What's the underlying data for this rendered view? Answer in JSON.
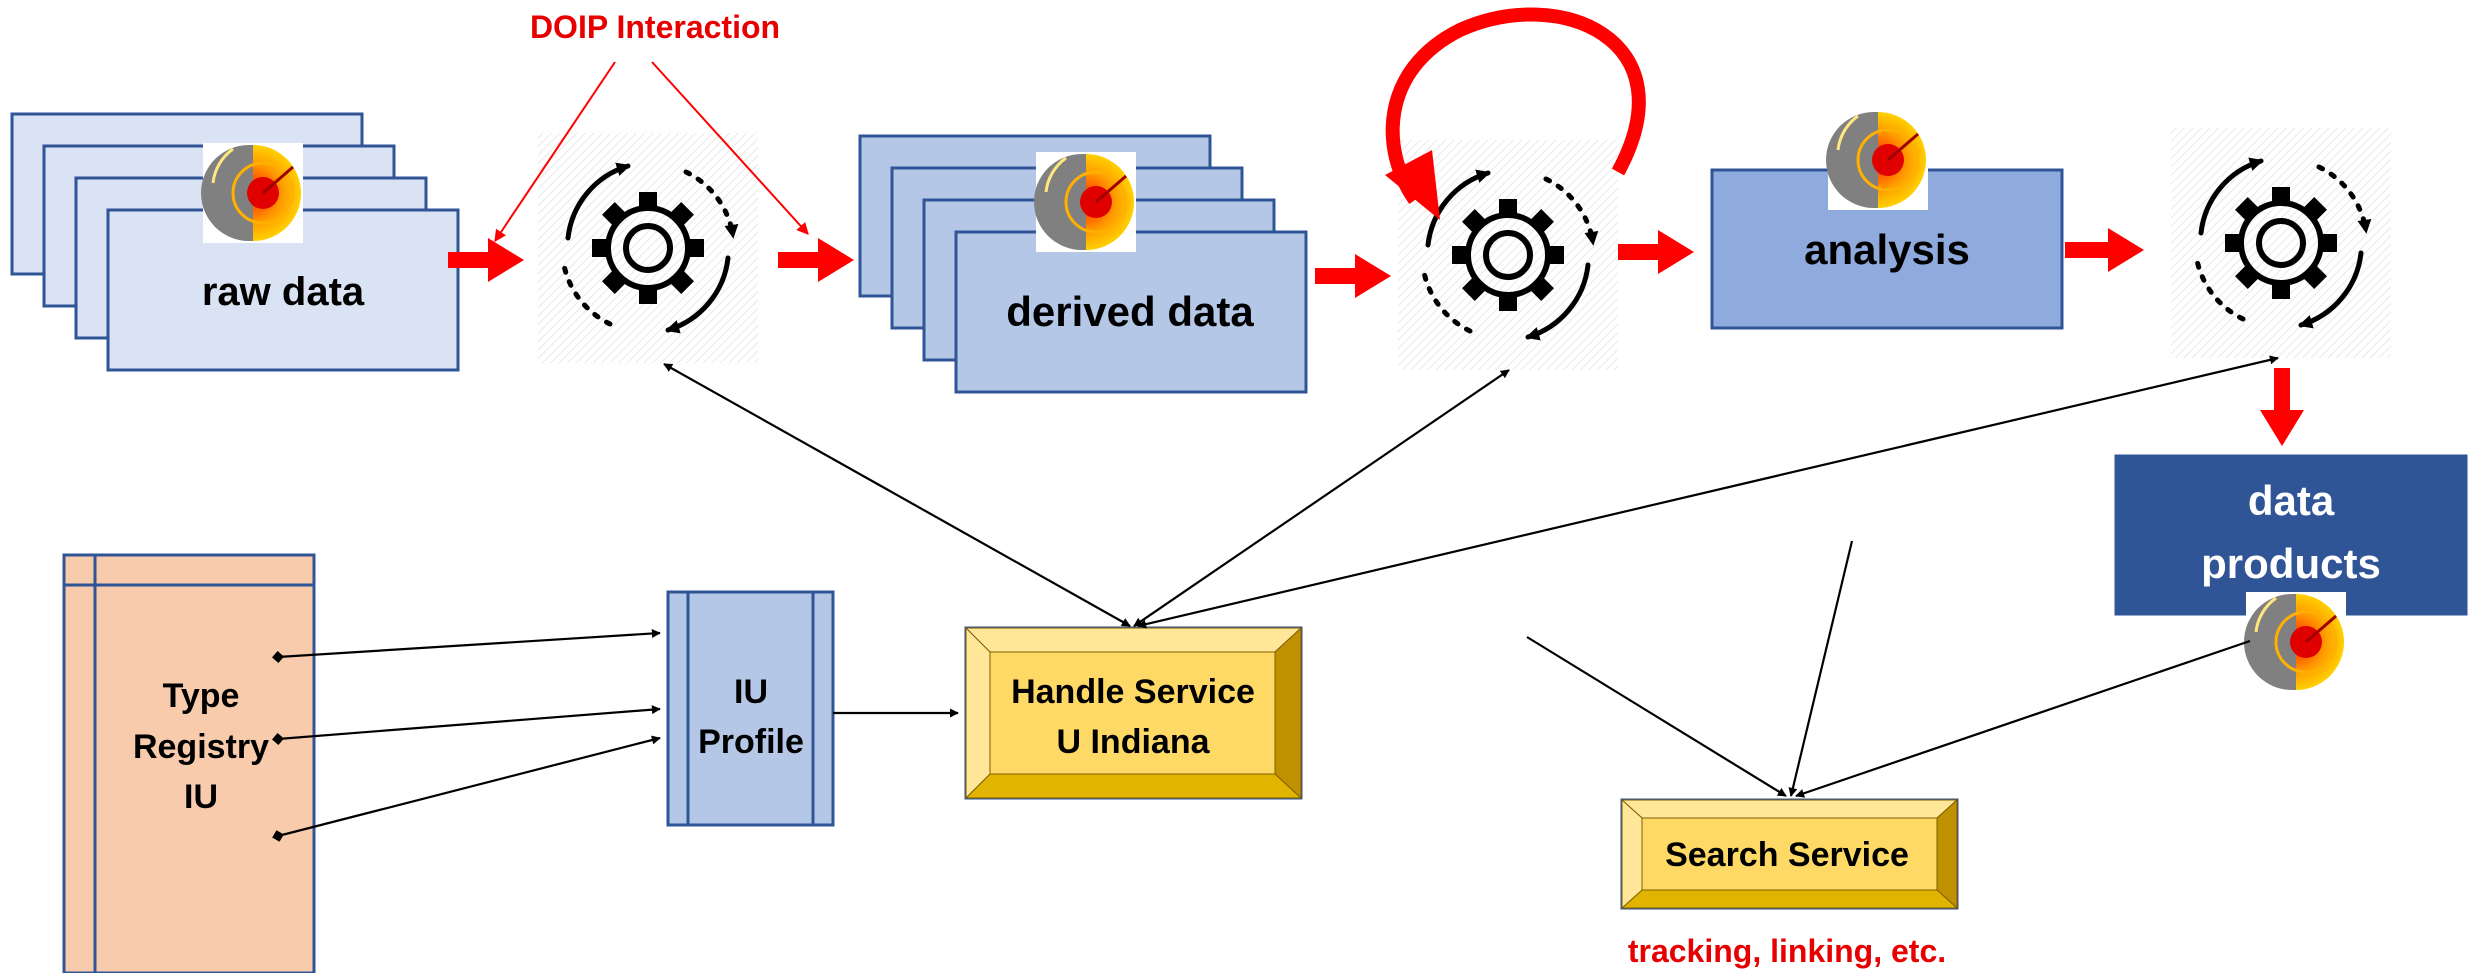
{
  "diagram": {
    "doip_label": "DOIP Interaction",
    "raw_data_label": "raw data",
    "derived_data_label": "derived data",
    "analysis_label": "analysis",
    "data_products_line1": "data",
    "data_products_line2": "products",
    "type_registry_line1": "Type",
    "type_registry_line2": "Registry",
    "type_registry_line3": "IU",
    "iu_profile_line1": "IU",
    "iu_profile_line2": "Profile",
    "handle_service_line1": "Handle Service",
    "handle_service_line2": "U Indiana",
    "search_service_label": "Search Service",
    "tracking_label": "tracking, linking, etc."
  },
  "colors": {
    "accent_red": "#ff0000",
    "raw_fill": "#dae3f3",
    "derived_fill": "#b4c7e7",
    "analysis_fill": "#8faadc",
    "products_fill": "#2f5597",
    "registry_fill": "#f8cbad",
    "profile_fill": "#b4c7e7",
    "service_fill": "#ffd966",
    "border_blue": "#2f5597"
  },
  "icons": [
    "earth-core-icon",
    "gear-cycle-icon",
    "cycle-arrow-icon"
  ]
}
